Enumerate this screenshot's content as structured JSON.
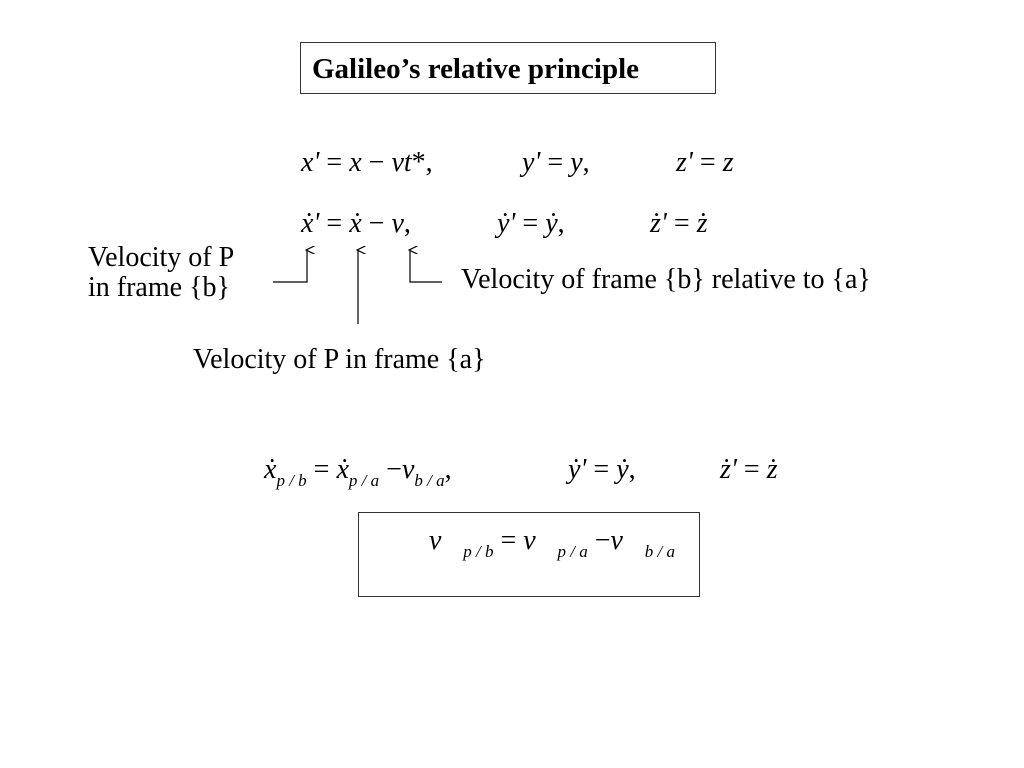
{
  "title": "Galileo’s relative principle",
  "eq1": {
    "x": {
      "lhs": "x'",
      "eq": "=",
      "a": "x",
      "op": "−",
      "b": "vt",
      "tail": "*,"
    },
    "y": {
      "lhs": "y'",
      "eq": "=",
      "a": "y",
      "tail": ","
    },
    "z": {
      "lhs": "z'",
      "eq": "=",
      "a": "z"
    }
  },
  "eq2": {
    "x": {
      "lhs": "ẋ'",
      "eq": "=",
      "a": "ẋ",
      "op": "−",
      "b": "v",
      "tail": ","
    },
    "y": {
      "lhs": "ẏ'",
      "eq": "=",
      "a": "ẏ",
      "tail": ","
    },
    "z": {
      "lhs": "ż'",
      "eq": "=",
      "a": "ż"
    }
  },
  "labels": {
    "vel_b_line1": "Velocity of P",
    "vel_b_line2": "in frame {b}",
    "vel_a": "Velocity of P in frame {a}",
    "vel_frame": "Velocity of frame {b} relative to {a}"
  },
  "eq3": {
    "x": {
      "lhs": "ẋ",
      "lhs_sub": "p / b",
      "eq": "=",
      "a": "ẋ",
      "a_sub": "p / a",
      "op": "−",
      "b": "v",
      "b_sub": "b / a",
      "tail": ","
    },
    "y": {
      "lhs": "ẏ'",
      "eq": "=",
      "a": "ẏ",
      "tail": ","
    },
    "z": {
      "lhs": "ż'",
      "eq": "=",
      "a": "ż"
    }
  },
  "result": {
    "lhs": "v⃗",
    "lhs_sub": "p / b",
    "eq": "=",
    "a": "v⃗",
    "a_sub": "p / a",
    "op": "−",
    "b": "v⃗",
    "b_sub": "b / a"
  }
}
